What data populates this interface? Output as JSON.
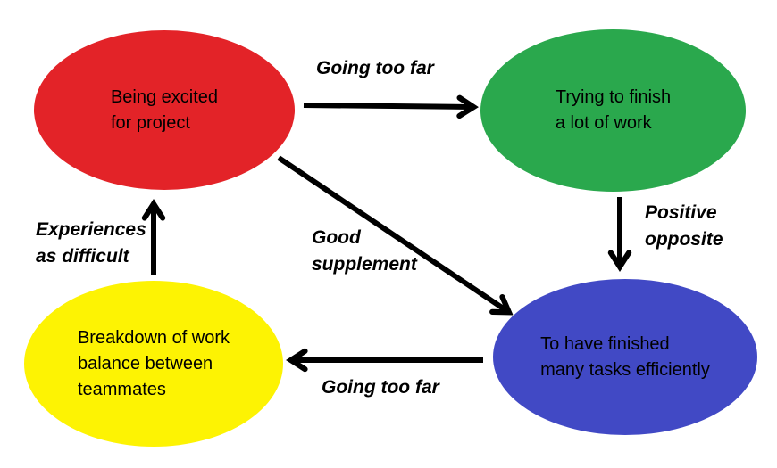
{
  "diagram": {
    "background_color": "#ffffff",
    "arrow_color": "#000000",
    "text_color": "#000000",
    "nodes": [
      {
        "id": "being-excited",
        "label": "Being excited for project",
        "lines": [
          "Being excited",
          "for project"
        ],
        "color": "#e32328"
      },
      {
        "id": "trying-to-finish",
        "label": "Trying to finish a lot of work",
        "lines": [
          "Trying to finish",
          "a lot of work"
        ],
        "color": "#2aa84d"
      },
      {
        "id": "finished-tasks",
        "label": "To have finished many tasks efficiently",
        "lines": [
          "To have finished",
          "many tasks efficiently"
        ],
        "color": "#4149c5"
      },
      {
        "id": "breakdown",
        "label": "Breakdown of work balance between teammates",
        "lines": [
          "Breakdown of work",
          "balance between",
          "teammates"
        ],
        "color": "#fdf303"
      }
    ],
    "edges": [
      {
        "id": "excited-to-trying",
        "from": "being-excited",
        "to": "trying-to-finish",
        "label": "Going too far",
        "lines": [
          "Going too far"
        ]
      },
      {
        "id": "trying-to-finished",
        "from": "trying-to-finish",
        "to": "finished-tasks",
        "label": "Positive opposite",
        "lines": [
          "Positive",
          "opposite"
        ]
      },
      {
        "id": "excited-to-finished",
        "from": "being-excited",
        "to": "finished-tasks",
        "label": "Good supplement",
        "lines": [
          "Good",
          "supplement"
        ]
      },
      {
        "id": "finished-to-breakdown",
        "from": "finished-tasks",
        "to": "breakdown",
        "label": "Going too far",
        "lines": [
          "Going too far"
        ]
      },
      {
        "id": "breakdown-to-excited",
        "from": "breakdown",
        "to": "being-excited",
        "label": "Experiences as difficult",
        "lines": [
          "Experiences",
          "as difficult"
        ]
      }
    ]
  }
}
